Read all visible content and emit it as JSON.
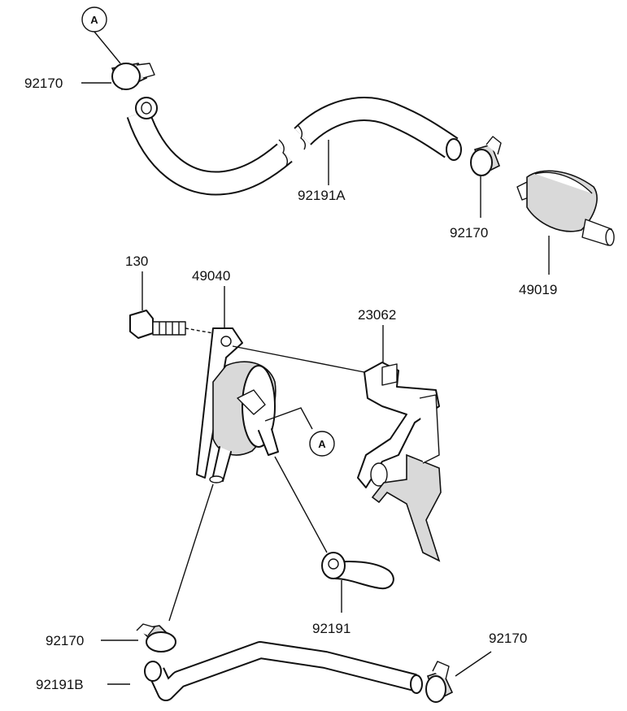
{
  "labels": {
    "hose_upper": "92191A",
    "clamp_upper_left": "92170",
    "clamp_upper_right": "92170",
    "fuel_filter": "49019",
    "bolt": "130",
    "fuel_pump": "49040",
    "bracket": "23062",
    "hose_middle": "92191",
    "clamp_lower_left": "92170",
    "hose_lower": "92191B",
    "clamp_lower_right": "92170"
  },
  "callouts": {
    "top": "A",
    "pump": "A"
  }
}
